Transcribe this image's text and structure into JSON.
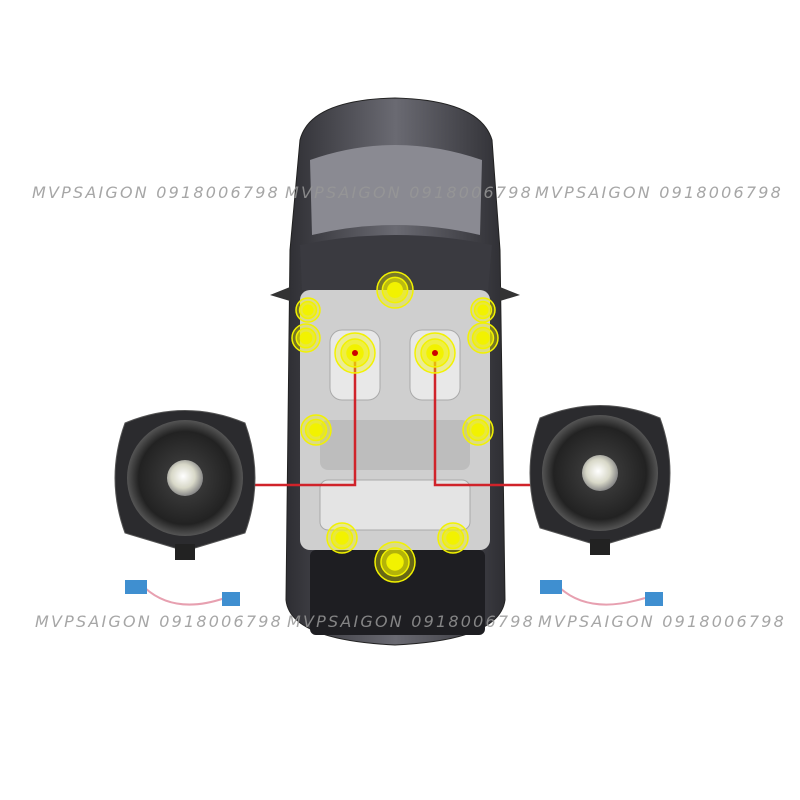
{
  "watermark": {
    "text": "MVPSAIGON 0918006798"
  },
  "colors": {
    "marker": "#f2f200",
    "wire": "#d0232a",
    "car_body": "#4a4a50",
    "interior": "#d8d8d8",
    "connector": "#3f8fd0"
  },
  "illustration": {
    "subject": "car-top-view-with-underseat-subwoofers",
    "speaker_count_shown": 2,
    "marker_count": 12
  }
}
